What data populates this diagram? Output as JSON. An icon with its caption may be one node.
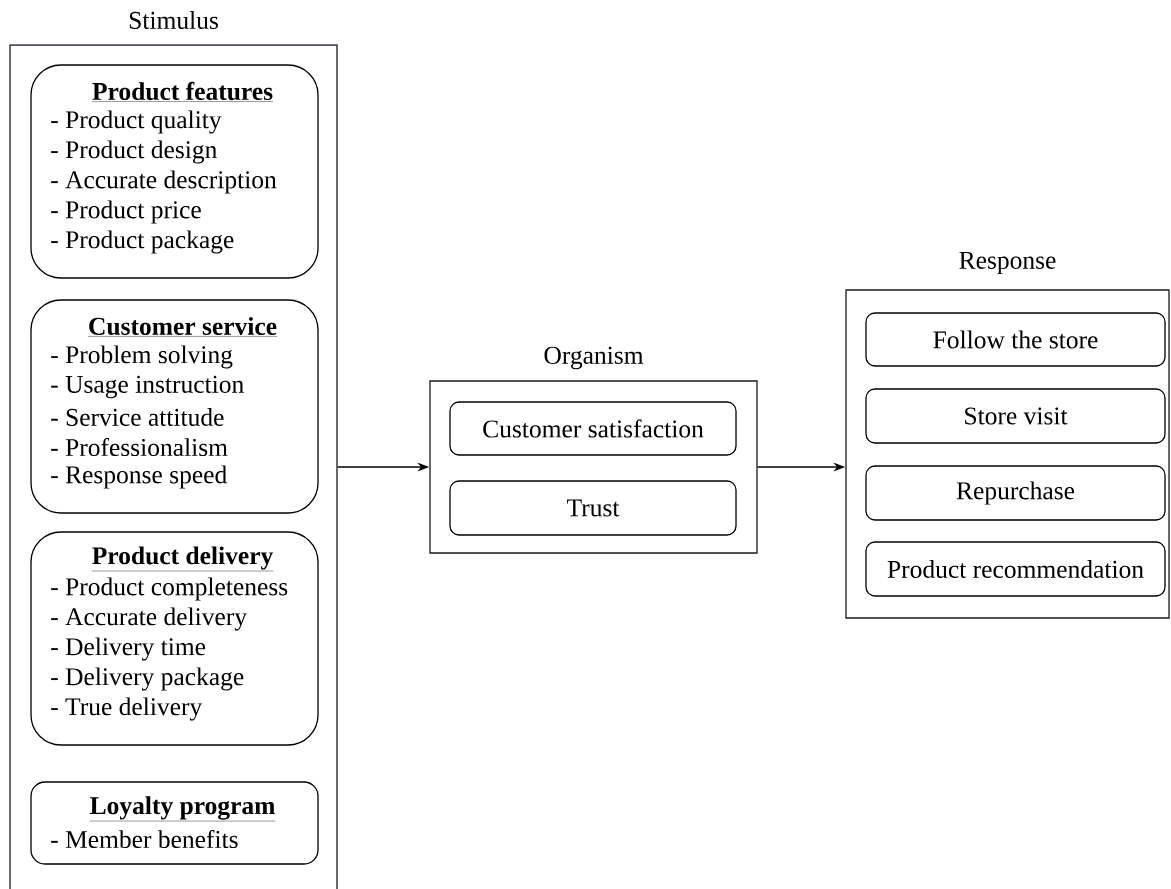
{
  "diagram": {
    "nodes": [
      {
        "text": [
          "Stimulus"
        ]
      },
      {
        "text": [
          "Product features",
          "- Product quality",
          "- Product design",
          "- Accurate description",
          "- Product price",
          "- Product package"
        ],
        "in": 0
      },
      {
        "text": [
          "Customer service",
          "- Problem solving",
          "- Usage instruction",
          "- Service attitude",
          "- Professionalism",
          "- Response speed"
        ],
        "in": 0
      },
      {
        "text": [
          "Product delivery",
          "- Product completeness",
          "- Accurate delivery",
          "- Delivery time",
          "- Delivery package",
          "- True delivery"
        ],
        "in": 0
      },
      {
        "text": [
          "Loyalty program",
          "- Member benefits"
        ],
        "in": 0
      },
      {
        "text": [
          "Organism"
        ]
      },
      {
        "text": [
          "Customer satisfaction"
        ],
        "in": 5
      },
      {
        "text": [
          "Trust"
        ],
        "in": 5
      },
      {
        "text": [
          "Response"
        ]
      },
      {
        "text": [
          "Follow the store"
        ],
        "in": 8
      },
      {
        "text": [
          "Store visit"
        ],
        "in": 8
      },
      {
        "text": [
          "Repurchase"
        ],
        "in": 8
      },
      {
        "text": [
          "Product recommendation"
        ],
        "in": 8
      }
    ],
    "edges": [
      {
        "from": 0,
        "to": 5,
        "arrow": "to"
      },
      {
        "from": 5,
        "to": 8,
        "arrow": "to"
      }
    ]
  }
}
